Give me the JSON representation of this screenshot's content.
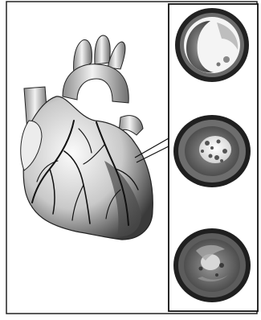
{
  "figure": {
    "heart_icon": "heart-with-coronary-arteries",
    "sections_icon": "artery-cross-section",
    "callout_icon": "callout-pointer",
    "ink_color": "#111111",
    "background_color": "#ffffff",
    "cross_sections": [
      {
        "icon": "artery-cross-section-mild"
      },
      {
        "icon": "artery-cross-section-moderate"
      },
      {
        "icon": "artery-cross-section-severe"
      }
    ]
  }
}
